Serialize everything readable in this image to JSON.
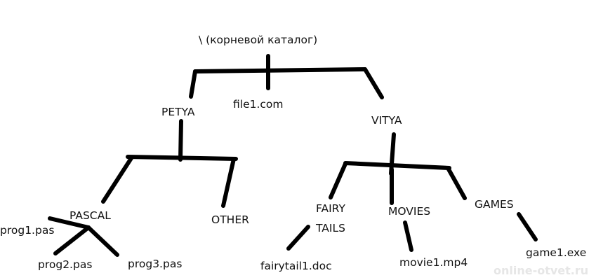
{
  "tree": {
    "root": "\\ (корневой каталог)",
    "root_file": "file1.com",
    "petya": {
      "name": "PETYA",
      "pascal": {
        "name": "PASCAL",
        "files": [
          "prog1.pas",
          "prog2.pas",
          "prog3.pas"
        ]
      },
      "other": "OTHER"
    },
    "vitya": {
      "name": "VITYA",
      "fairy_tails": {
        "name_line1": "FAIRY",
        "name_line2": "TAILS",
        "file": "fairytail1.doc"
      },
      "movies": {
        "name": "MOVIES",
        "file": "movie1.mp4"
      },
      "games": {
        "name": "GAMES",
        "file": "game1.exe"
      }
    }
  },
  "watermark": "online-otvet.ru"
}
